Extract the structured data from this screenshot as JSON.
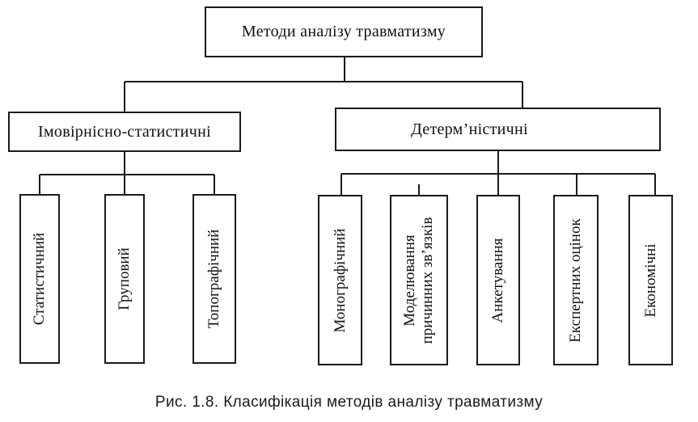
{
  "diagram": {
    "root": {
      "label": "Методи аналізу травматизму"
    },
    "groups": [
      {
        "label": "Імовірнісно-статистичні",
        "children": [
          {
            "lines": [
              "Статистичний"
            ]
          },
          {
            "lines": [
              "Груповий"
            ]
          },
          {
            "lines": [
              "Топографічний"
            ]
          }
        ]
      },
      {
        "label": "Детерм’ністичні",
        "children": [
          {
            "lines": [
              "Монографічний"
            ]
          },
          {
            "lines": [
              "Моделювання",
              "причинних зв’язків"
            ]
          },
          {
            "lines": [
              "Анкетування"
            ]
          },
          {
            "lines": [
              "Експертних оцінок"
            ]
          },
          {
            "lines": [
              "Економічні"
            ]
          }
        ]
      }
    ]
  },
  "caption": "Рис. 1.8. Класифікація методів аналізу травматизму",
  "colors": {
    "line": "#1a1a1a",
    "background": "#ffffff"
  }
}
